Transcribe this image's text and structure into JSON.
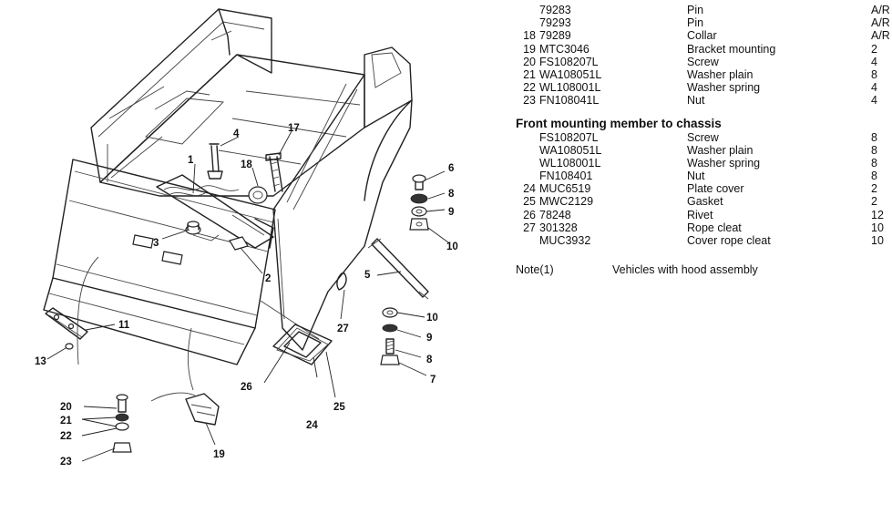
{
  "rows_top": [
    {
      "ref": "",
      "pn": "79283",
      "desc": "Pin",
      "qty": "A/R"
    },
    {
      "ref": "",
      "pn": "79293",
      "desc": "Pin",
      "qty": "A/R"
    },
    {
      "ref": "18",
      "pn": "79289",
      "desc": "Collar",
      "qty": "A/R"
    },
    {
      "ref": "19",
      "pn": "MTC3046",
      "desc": "Bracket mounting",
      "qty": "2"
    },
    {
      "ref": "20",
      "pn": "FS108207L",
      "desc": "Screw",
      "qty": "4"
    },
    {
      "ref": "21",
      "pn": "WA108051L",
      "desc": "Washer plain",
      "qty": "8"
    },
    {
      "ref": "22",
      "pn": "WL108001L",
      "desc": "Washer spring",
      "qty": "4"
    },
    {
      "ref": "23",
      "pn": "FN108041L",
      "desc": "Nut",
      "qty": "4"
    }
  ],
  "section_title": "Front mounting member to chassis",
  "rows_bottom": [
    {
      "ref": "",
      "pn": "FS108207L",
      "desc": "Screw",
      "qty": "8"
    },
    {
      "ref": "",
      "pn": "WA108051L",
      "desc": "Washer plain",
      "qty": "8"
    },
    {
      "ref": "",
      "pn": "WL108001L",
      "desc": "Washer spring",
      "qty": "8"
    },
    {
      "ref": "",
      "pn": "FN108401",
      "desc": "Nut",
      "qty": "8"
    },
    {
      "ref": "24",
      "pn": "MUC6519",
      "desc": "Plate cover",
      "qty": "2"
    },
    {
      "ref": "25",
      "pn": "MWC2129",
      "desc": "Gasket",
      "qty": "2"
    },
    {
      "ref": "26",
      "pn": "78248",
      "desc": "Rivet",
      "qty": "12"
    },
    {
      "ref": "27",
      "pn": "301328",
      "desc": "Rope cleat",
      "qty": "10"
    },
    {
      "ref": "",
      "pn": "MUC3932",
      "desc": "Cover rope cleat",
      "qty": "10"
    }
  ],
  "note": {
    "label": "Note(1)",
    "text": "Vehicles with hood assembly"
  },
  "callouts": {
    "c1": "1",
    "c2": "2",
    "c3": "3",
    "c4": "4",
    "c5": "5",
    "c6": "6",
    "c7": "7",
    "c8a": "8",
    "c8b": "8",
    "c9a": "9",
    "c9b": "9",
    "c10a": "10",
    "c10b": "10",
    "c11": "11",
    "c13": "13",
    "c17": "17",
    "c18": "18",
    "c19": "19",
    "c20": "20",
    "c21": "21",
    "c22": "22",
    "c23": "23",
    "c24": "24",
    "c25": "25",
    "c26": "26",
    "c27": "27"
  }
}
